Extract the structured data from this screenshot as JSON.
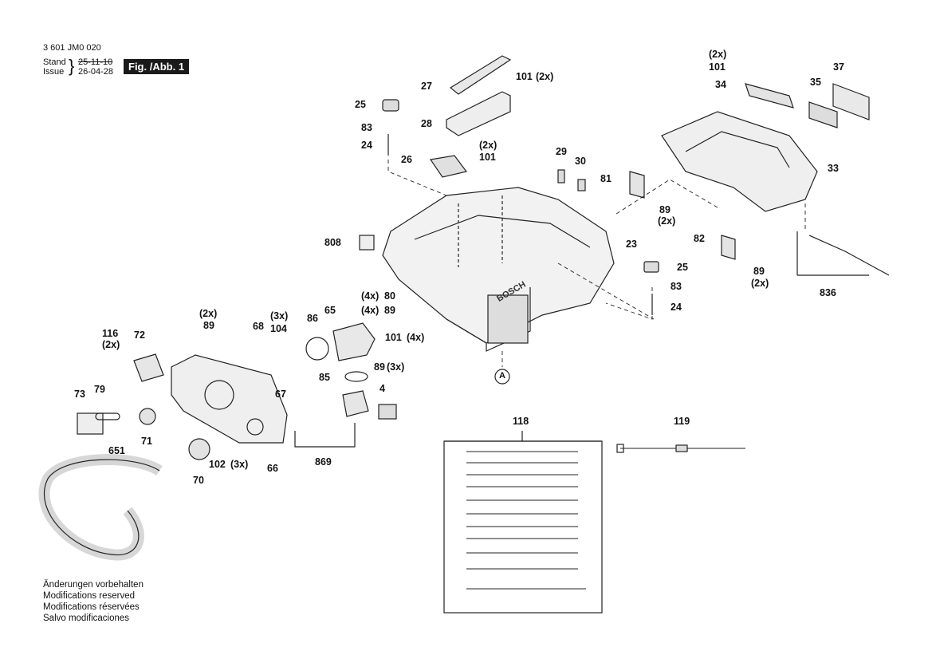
{
  "header": {
    "doc_number": "3 601 JM0 020",
    "stand_label": "Stand",
    "stand_date": "25-11-10",
    "issue_label": "Issue",
    "issue_date": "26-04-28",
    "figure_label": "Fig. /Abb. 1"
  },
  "notes": [
    "Änderungen vorbehalten",
    "Modifications reserved",
    "Modifications réservées",
    "Salvo modificaciones"
  ],
  "brand_on_housing": "BOSCH",
  "callouts": {
    "c101a": "101",
    "c101a_qty": "(2x)",
    "c27": "27",
    "c28": "28",
    "c25a": "25",
    "c83a": "83",
    "c24a": "24",
    "c26": "26",
    "c101b_qty": "(2x)",
    "c101b": "101",
    "c29": "29",
    "c30": "30",
    "c808": "808",
    "c23": "23",
    "c80_qty": "(4x)",
    "c80": "80",
    "c89a_qty": "(4x)",
    "c89a": "89",
    "c101c_qty": "(2x)",
    "c101c": "101",
    "c34": "34",
    "c35": "35",
    "c37": "37",
    "c33": "33",
    "c81": "81",
    "c89b": "89",
    "c89b_qty": "(2x)",
    "c82": "82",
    "c89c": "89",
    "c89c_qty": "(2x)",
    "c836": "836",
    "c25b": "25",
    "c83b": "83",
    "c24b": "24",
    "cA": "A",
    "c116": "116",
    "c116_qty": "(2x)",
    "c72": "72",
    "c89d_qty": "(2x)",
    "c89d": "89",
    "c68": "68",
    "c104_qty": "(3x)",
    "c104": "104",
    "c86": "86",
    "c65": "65",
    "c101d": "101",
    "c101d_qty": "(4x)",
    "c85": "85",
    "c89e": "89",
    "c89e_qty": "(3x)",
    "c67": "67",
    "c73": "73",
    "c79": "79",
    "c71": "71",
    "c4": "4",
    "c869": "869",
    "c651": "651",
    "c70": "70",
    "c102": "102",
    "c102_qty": "(3x)",
    "c66": "66",
    "c118": "118",
    "c119": "119"
  }
}
